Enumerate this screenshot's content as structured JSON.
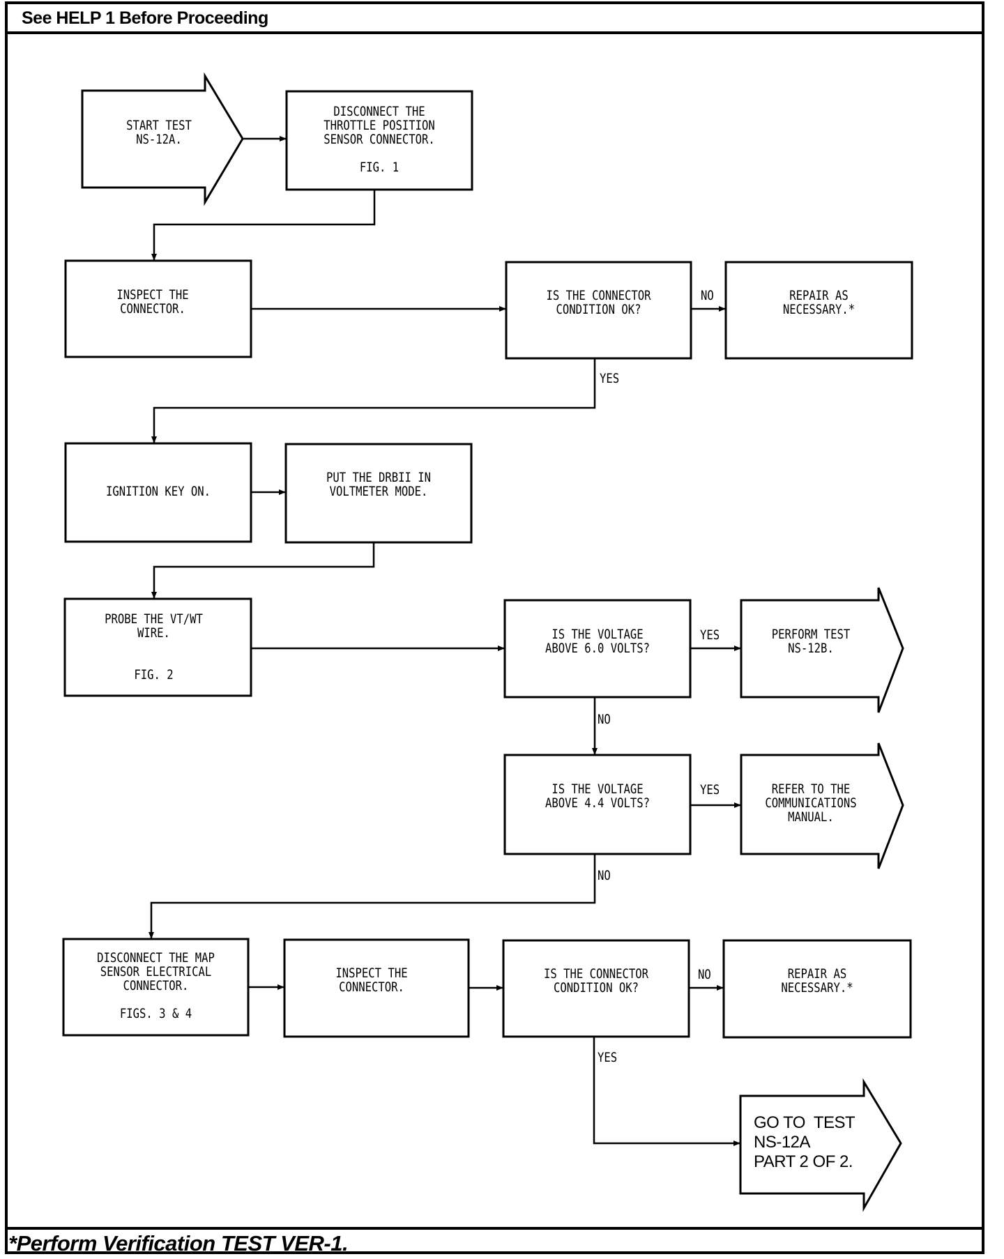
{
  "header": {
    "title": "See HELP 1 Before Proceeding"
  },
  "footer": {
    "note": "*Perform Verification TEST VER-1."
  },
  "nodes": {
    "start": {
      "type": "terminal-arrow",
      "text": "START TEST\nNS-12A."
    },
    "disconnect_tps": {
      "type": "process",
      "text": "DISCONNECT THE\nTHROTTLE POSITION\nSENSOR CONNECTOR.\n\nFIG. 1"
    },
    "inspect_1": {
      "type": "process",
      "text": "INSPECT THE\nCONNECTOR."
    },
    "connector_ok_1": {
      "type": "decision",
      "text": "IS THE CONNECTOR\nCONDITION OK?"
    },
    "repair_1": {
      "type": "process",
      "text": "REPAIR AS\nNECESSARY.*"
    },
    "ignition_on": {
      "type": "process",
      "text": "IGNITION KEY ON."
    },
    "drbii_voltmeter": {
      "type": "process",
      "text": "PUT THE DRBII IN\nVOLTMETER MODE."
    },
    "probe_wire": {
      "type": "process",
      "text": "PROBE THE VT/WT\nWIRE.\n\n\nFIG. 2"
    },
    "voltage_6": {
      "type": "decision",
      "text": "IS THE VOLTAGE\nABOVE 6.0 VOLTS?"
    },
    "perform_ns12b": {
      "type": "terminal-arrow",
      "text": "PERFORM TEST\nNS-12B."
    },
    "voltage_44": {
      "type": "decision",
      "text": "IS THE VOLTAGE\nABOVE 4.4 VOLTS?"
    },
    "refer_manual": {
      "type": "terminal-arrow",
      "text": "REFER TO THE\nCOMMUNICATIONS\nMANUAL."
    },
    "disconnect_map": {
      "type": "process",
      "text": "DISCONNECT THE MAP\nSENSOR ELECTRICAL\nCONNECTOR.\n\nFIGS. 3 & 4"
    },
    "inspect_2": {
      "type": "process",
      "text": "INSPECT THE\nCONNECTOR."
    },
    "connector_ok_2": {
      "type": "decision",
      "text": "IS THE CONNECTOR\nCONDITION OK?"
    },
    "repair_2": {
      "type": "process",
      "text": "REPAIR AS\nNECESSARY.*"
    },
    "goto_part2": {
      "type": "terminal-arrow",
      "text": "GO TO  TEST\nNS-12A\nPART 2 OF 2."
    }
  },
  "edge_labels": {
    "connector_ok_1_no": "NO",
    "connector_ok_1_yes": "YES",
    "voltage_6_yes": "YES",
    "voltage_6_no": "NO",
    "voltage_44_yes": "YES",
    "voltage_44_no": "NO",
    "connector_ok_2_no": "NO",
    "connector_ok_2_yes": "YES"
  }
}
